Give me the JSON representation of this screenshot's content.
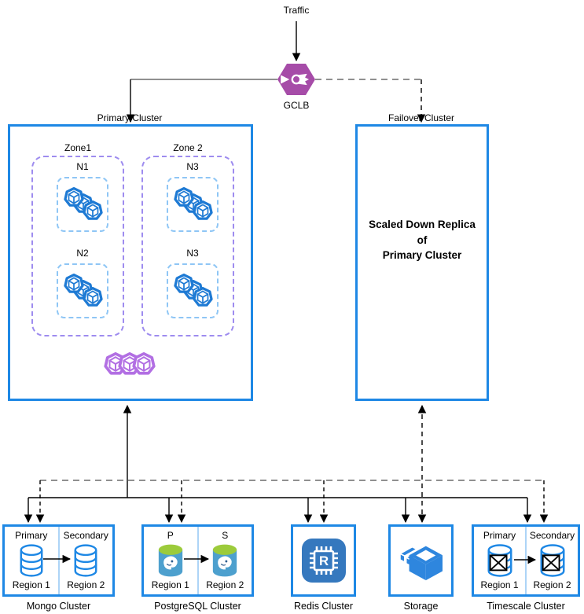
{
  "top": {
    "traffic_label": "Traffic",
    "gclb_label": "GCLB"
  },
  "primary_cluster": {
    "label": "Primary Cluster",
    "zones": [
      {
        "label": "Zone1",
        "nodes": [
          "N1",
          "N2"
        ]
      },
      {
        "label": "Zone 2",
        "nodes": [
          "N3",
          "N3"
        ]
      }
    ]
  },
  "failover_cluster": {
    "label": "Failover Cluster",
    "lines": [
      "Scaled Down Replica",
      "of",
      "Primary Cluster"
    ]
  },
  "data_clusters": {
    "mongo": {
      "title": "Mongo Cluster",
      "primary_label": "Primary",
      "secondary_label": "Secondary",
      "region1": "Region 1",
      "region2": "Region 2"
    },
    "postgres": {
      "title": "PostgreSQL Cluster",
      "primary_label": "P",
      "secondary_label": "S",
      "region1": "Region 1",
      "region2": "Region 2"
    },
    "redis": {
      "title": "Redis Cluster",
      "icon_letter": "R"
    },
    "storage": {
      "title": "Storage"
    },
    "timescale": {
      "title": "Timescale Cluster",
      "primary_label": "Primary",
      "secondary_label": "Secondary",
      "region1": "Region 1",
      "region2": "Region 2"
    }
  },
  "colors": {
    "cluster_border": "#1E88E5",
    "zone_border": "#9E8CEF",
    "node_border": "#8FC6F5",
    "pod_blue": "#1E7AD4",
    "pod_purple": "#B26FE3",
    "gclb_purple": "#A64CA8",
    "redis_blue": "#3578BE",
    "storage_blue": "#2E86DE",
    "postgres_body": "#4DA0CE",
    "postgres_top": "#9CCB3B",
    "database_stroke": "#1E88E5",
    "line_black": "#000000",
    "line_gray": "#6B6B6B"
  }
}
